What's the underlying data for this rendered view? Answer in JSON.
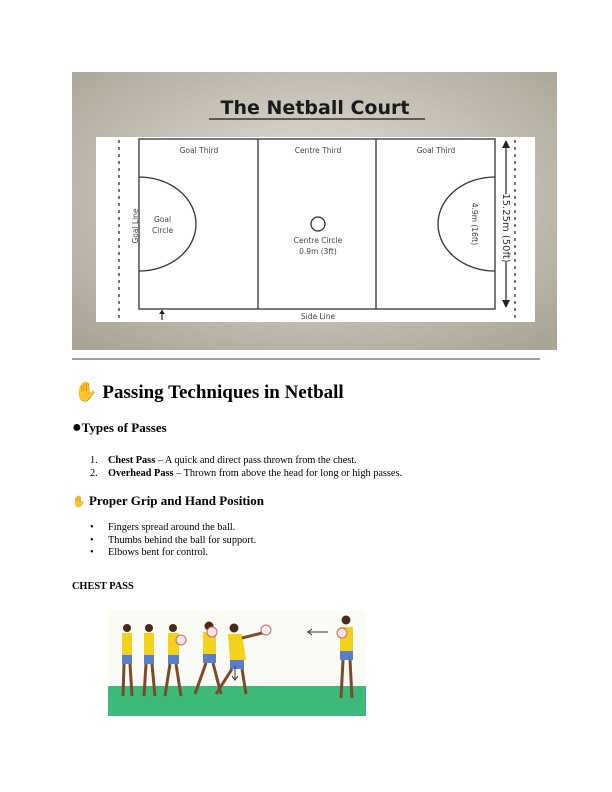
{
  "court_image": {
    "title": "The Netball Court",
    "labels": {
      "goal_third_left": "Goal Third",
      "centre_third": "Centre Third",
      "goal_third_right": "Goal Third",
      "goal_line": "Goal Line",
      "goal_circle": [
        "Goal",
        "Circle"
      ],
      "centre_circle": [
        "Centre Circle",
        "0.9m (3ft)"
      ],
      "radius": "4.9m (16ft)",
      "width": "15.25m (50ft)",
      "side_line": "Side Line"
    }
  },
  "heading": {
    "icon": "hand-icon",
    "text": "Passing Techniques in Netball"
  },
  "types": {
    "icon": "black-circle-icon",
    "heading": "Types of Passes",
    "items": [
      {
        "num": "1.",
        "bold": "Chest Pass",
        "text": " – A quick and direct pass thrown from the chest."
      },
      {
        "num": "2.",
        "bold": "Overhead Pass",
        "text": " – Thrown from above the head for long or high passes."
      }
    ]
  },
  "grip": {
    "icon": "hand-icon",
    "heading": "Proper Grip and Hand Position",
    "items": [
      "Fingers spread around the ball.",
      "Thumbs behind the ball for support.",
      "Elbows bent for control."
    ]
  },
  "chest_pass_label": "CHEST PASS",
  "colors": {
    "ground": "#3dba7a",
    "shirt": "#f2d21b",
    "shorts": "#5a7fc8"
  }
}
